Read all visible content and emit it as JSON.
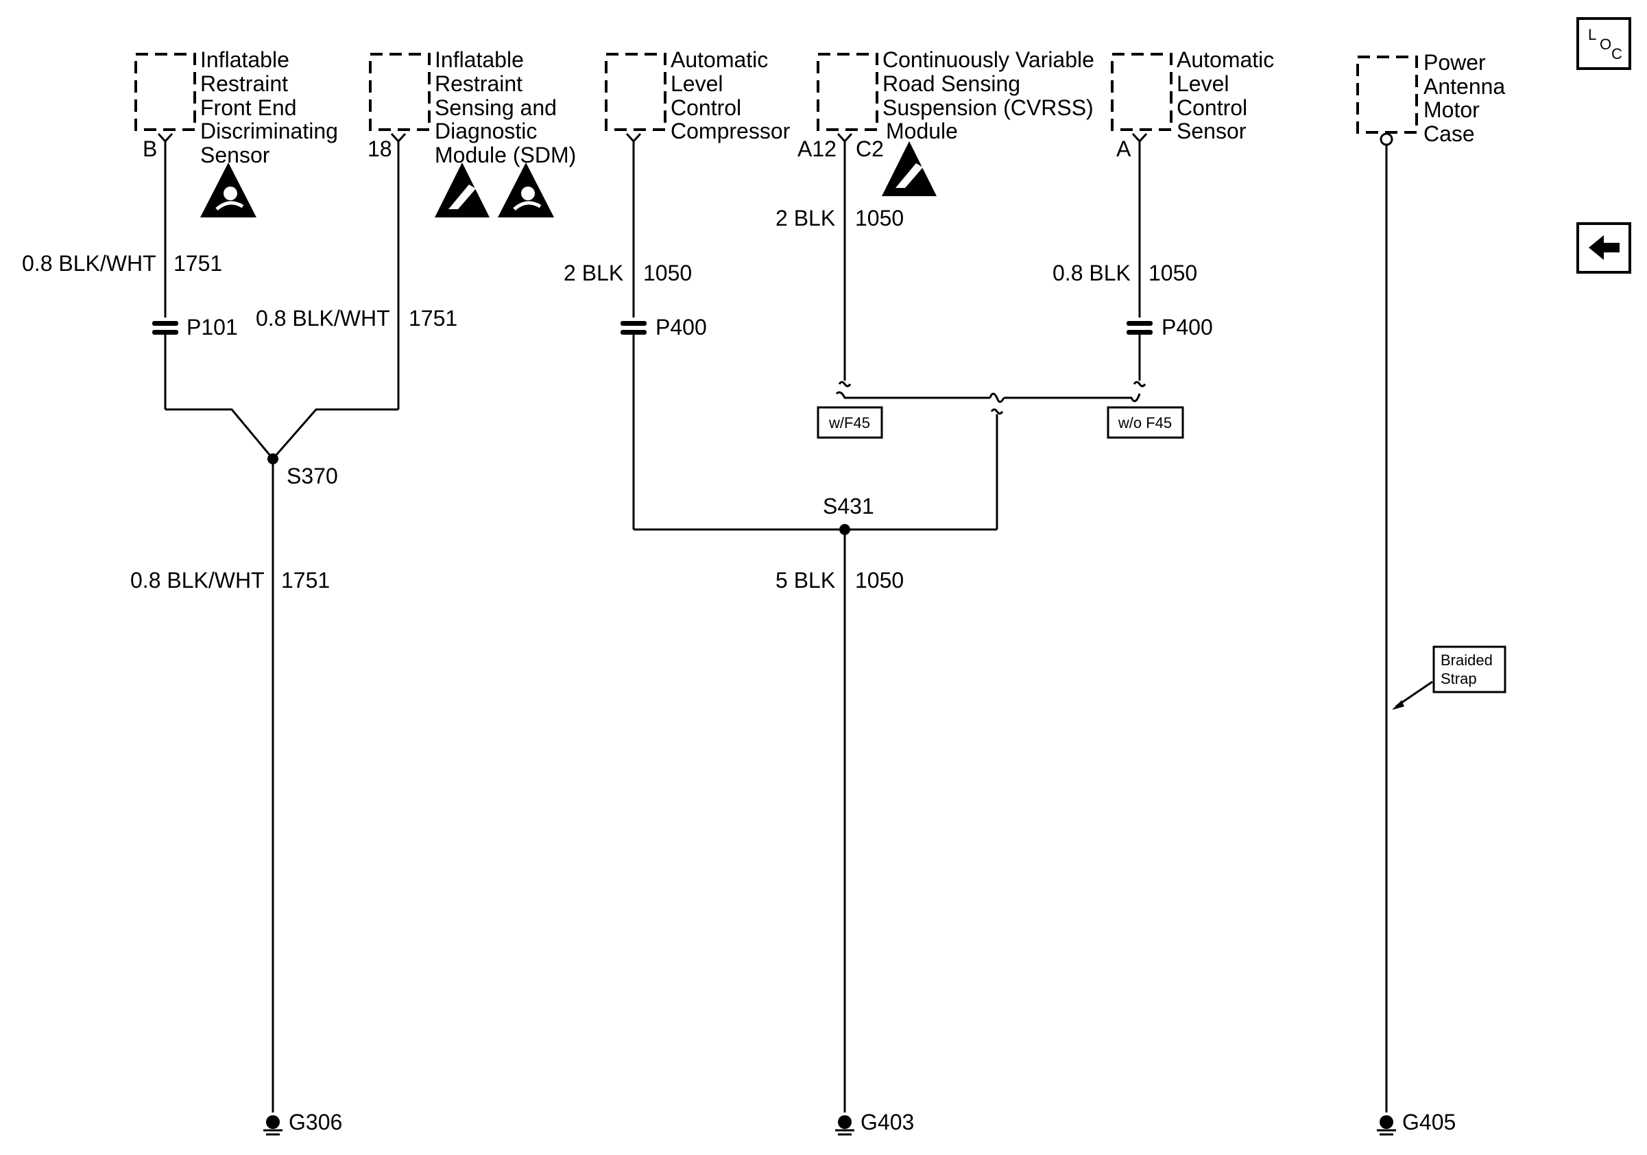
{
  "components": [
    {
      "id": "front-sensor",
      "lines": [
        "Inflatable",
        "Restraint",
        "Front End",
        "Discriminating",
        "Sensor"
      ],
      "pin": "B"
    },
    {
      "id": "sdm",
      "lines": [
        "Inflatable",
        "Restraint",
        "Sensing and",
        "Diagnostic",
        "Module (SDM)"
      ],
      "pin": "18"
    },
    {
      "id": "alc-compressor",
      "lines": [
        "Automatic",
        "Level",
        "Control",
        "Compressor"
      ],
      "pin": ""
    },
    {
      "id": "cvrss",
      "lines": [
        "Continuously Variable",
        "Road Sensing",
        "Suspension (CVRSS)",
        "Module"
      ],
      "pin": "A12",
      "pin2": "C2"
    },
    {
      "id": "alc-sensor",
      "lines": [
        "Automatic",
        "Level",
        "Control",
        "Sensor"
      ],
      "pin": "A"
    },
    {
      "id": "power-antenna",
      "lines": [
        "Power",
        "Antenna",
        "Motor",
        "Case"
      ],
      "pin": ""
    }
  ],
  "wires": {
    "front_sensor": {
      "size_color": "0.8 BLK/WHT",
      "circuit": "1751"
    },
    "sdm": {
      "size_color": "0.8 BLK/WHT",
      "circuit": "1751"
    },
    "s370_g306": {
      "size_color": "0.8 BLK/WHT",
      "circuit": "1751"
    },
    "compressor": {
      "size_color": "2 BLK",
      "circuit": "1050"
    },
    "cvrss": {
      "size_color": "2 BLK",
      "circuit": "1050"
    },
    "alc_sensor": {
      "size_color": "0.8 BLK",
      "circuit": "1050"
    },
    "s431_g403": {
      "size_color": "5 BLK",
      "circuit": "1050"
    }
  },
  "connectors": {
    "p101": "P101",
    "p400_left": "P400",
    "p400_right": "P400"
  },
  "splices": {
    "s370": "S370",
    "s431": "S431"
  },
  "options": {
    "with_f45": "w/F45",
    "without_f45": "w/o F45"
  },
  "grounds": {
    "g306": "G306",
    "g403": "G403",
    "g405": "G405"
  },
  "callout": {
    "line1": "Braided",
    "line2": "Strap"
  },
  "nav": {
    "loc_l": "L",
    "loc_o": "O",
    "loc_c": "C",
    "back_icon": "left-arrow-icon"
  }
}
